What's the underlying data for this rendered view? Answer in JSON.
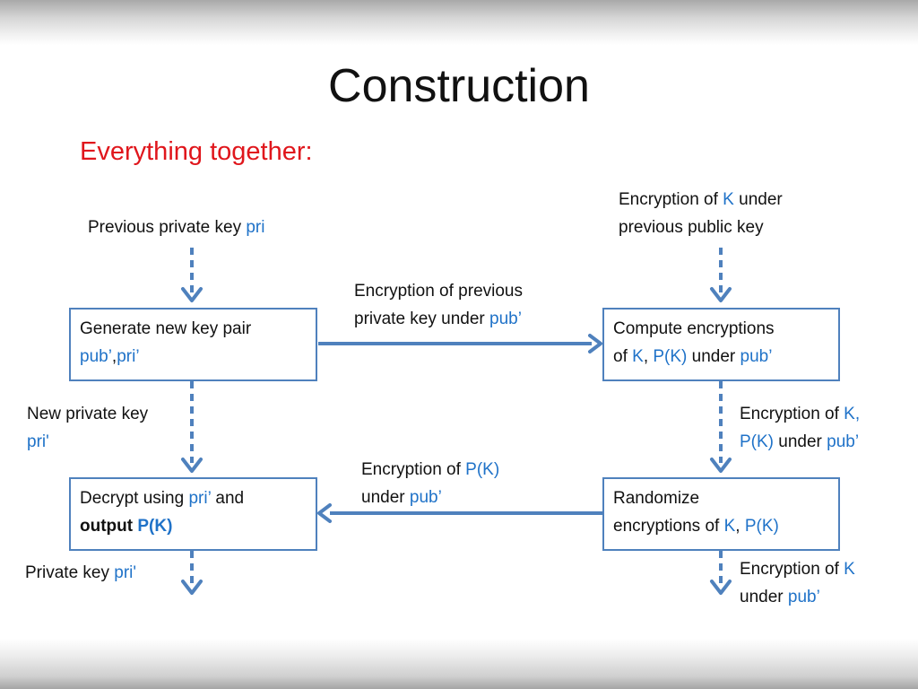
{
  "slide": {
    "title": "Construction",
    "subtitle": "Everything together:"
  },
  "labels": {
    "prev_private": {
      "text": "Previous private key ",
      "blue": "pri"
    },
    "enc_k_prev": {
      "l1_a": "Encryption of ",
      "l1_b": "K",
      "l1_c": " under",
      "l2": "previous public key"
    },
    "enc_prev_pub": {
      "l1": "Encryption of previous",
      "l2_a": "private key under ",
      "l2_b": "pub’"
    },
    "new_private": {
      "l1": "New private key",
      "l2": "pri'"
    },
    "enc_k_pk": {
      "l1_a": "Encryption of ",
      "l1_b": "K,",
      "l2_a": "P(K)",
      "l2_b": " under ",
      "l2_c": "pub’"
    },
    "enc_pk": {
      "l1_a": "Encryption of ",
      "l1_b": "P(K)",
      "l2_a": "under ",
      "l2_b": "pub’"
    },
    "private_key_out": {
      "text": "Private key ",
      "blue": "pri'"
    },
    "enc_k_final": {
      "l1_a": "Encryption of ",
      "l1_b": "K",
      "l2_a": "under ",
      "l2_b": "pub’"
    }
  },
  "boxes": {
    "generate": {
      "l1": "Generate new key pair",
      "l2_a": "pub’",
      "l2_b": ",",
      "l2_c": "pri’"
    },
    "compute": {
      "l1": "Compute encryptions",
      "l2_a": "of ",
      "l2_b": "K",
      "l2_c": ", ",
      "l2_d": "P(K)",
      "l2_e": " under ",
      "l2_f": "pub’"
    },
    "decrypt": {
      "l1_a": "Decrypt using ",
      "l1_b": "pri’",
      "l1_c": " and",
      "l2_a": "output ",
      "l2_b": "P(K)"
    },
    "randomize": {
      "l1": "Randomize",
      "l2_a": "encryptions of ",
      "l2_b": "K",
      "l2_c": ", ",
      "l2_d": "P(K)"
    }
  },
  "colors": {
    "title": "#111111",
    "subtitle": "#e0161c",
    "highlight_text": "#1f72c8",
    "box_border": "#4f81bd",
    "arrow": "#4f81bd"
  },
  "icons": {
    "dashed_arrow": "arrow-down-dashed-icon",
    "solid_arrow": "arrow-solid-icon"
  }
}
